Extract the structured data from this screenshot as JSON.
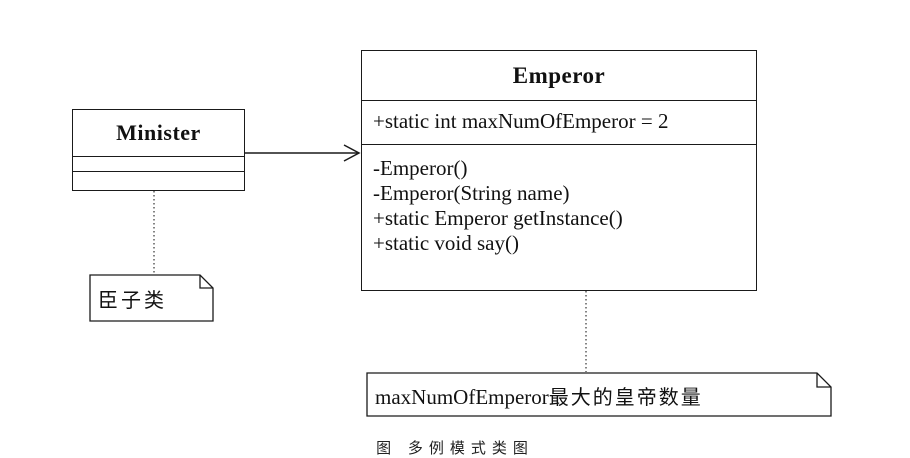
{
  "diagram": {
    "classes": [
      {
        "id": "emperor",
        "name": "Emperor",
        "attributes": [
          "+static int maxNumOfEmperor = 2"
        ],
        "operations": [
          "-Emperor()",
          "-Emperor(String name)",
          "+static Emperor getInstance()",
          "+static void say()"
        ]
      },
      {
        "id": "minister",
        "name": "Minister",
        "attributes": [],
        "operations": []
      }
    ],
    "relations": [
      {
        "type": "association",
        "from": "Minister",
        "to": "Emperor",
        "arrow": "open"
      }
    ],
    "notes": [
      {
        "attached_to": "Minister",
        "text": "臣子类"
      },
      {
        "attached_to": "Emperor",
        "text_latin": "maxNumOfEmperor",
        "text_cjk": "最大的皇帝数量"
      }
    ],
    "caption": "图  多例模式类图"
  }
}
